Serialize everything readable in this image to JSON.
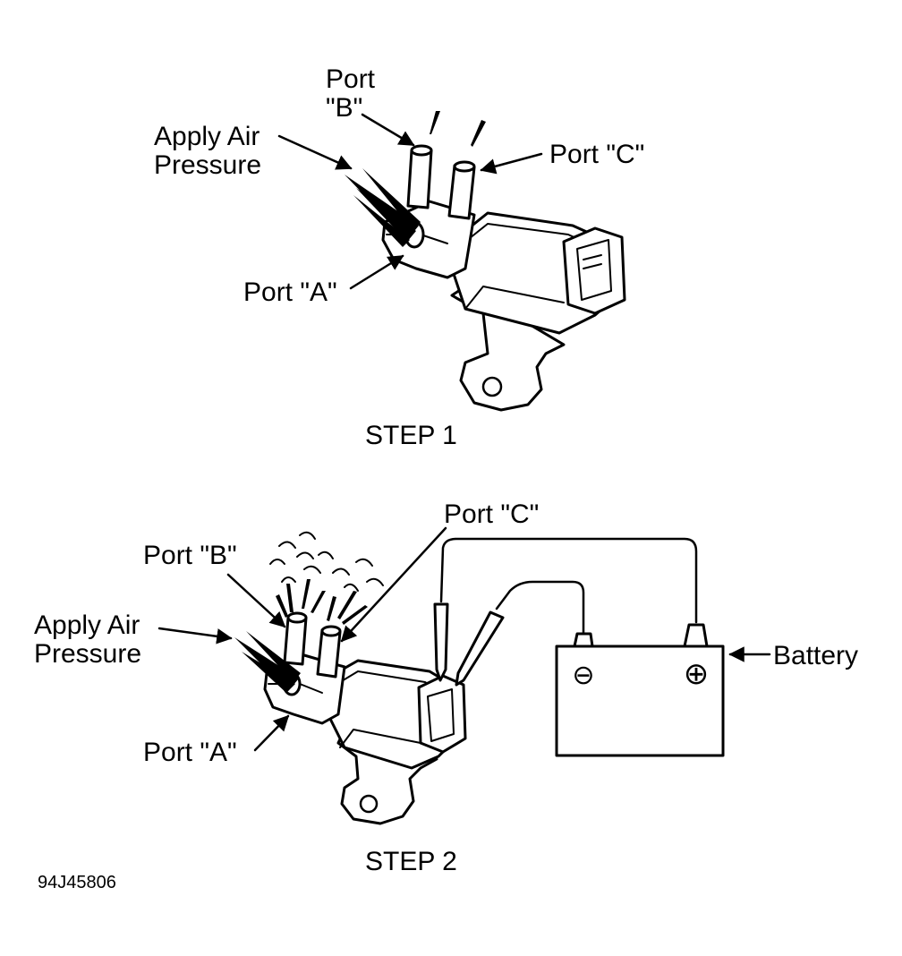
{
  "step1": {
    "port_b_line1": "Port",
    "port_b_line2": "\"B\"",
    "apply_line1": "Apply Air",
    "apply_line2": "Pressure",
    "port_c": "Port \"C\"",
    "port_a": "Port \"A\"",
    "caption": "STEP 1"
  },
  "step2": {
    "port_c": "Port \"C\"",
    "port_b": "Port \"B\"",
    "apply_line1": "Apply Air",
    "apply_line2": "Pressure",
    "port_a": "Port \"A\"",
    "battery": "Battery",
    "minus_symbol": "⊖",
    "plus_symbol": "⊕",
    "caption": "STEP 2"
  },
  "figure_id": "94J45806"
}
